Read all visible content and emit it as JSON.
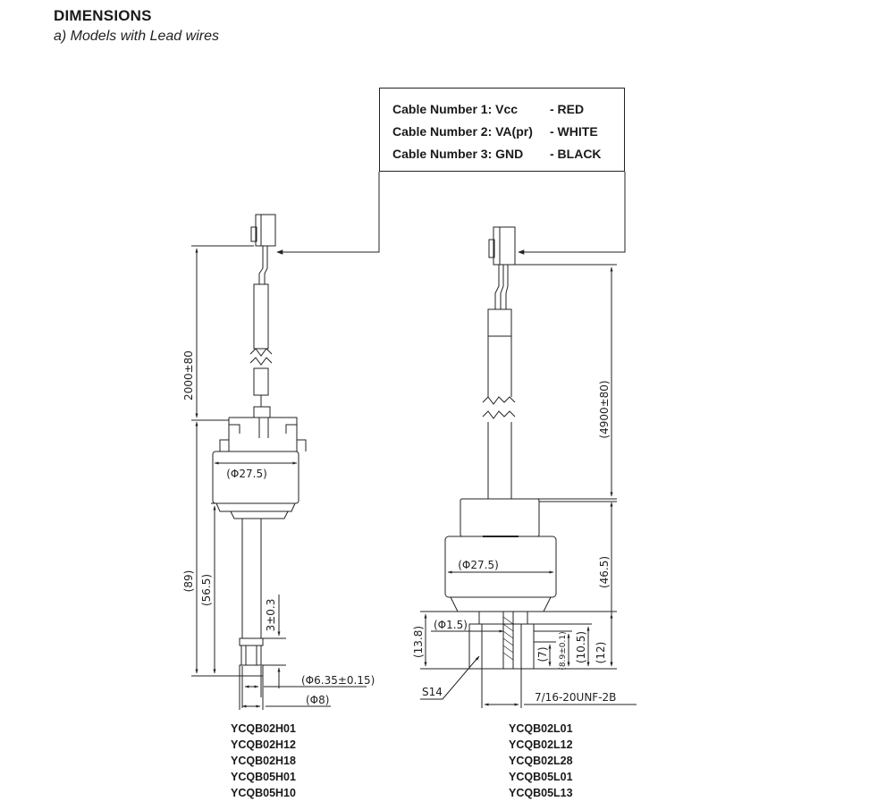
{
  "heading": "DIMENSIONS",
  "subheading": "a) Models with Lead wires",
  "cables": [
    {
      "label": "Cable Number 1: Vcc",
      "color": "- RED"
    },
    {
      "label": "Cable Number 2: VA(pr)",
      "color": "- WHITE"
    },
    {
      "label": "Cable Number 3: GND",
      "color": "- BLACK"
    }
  ],
  "left_drawing": {
    "dims": {
      "length": "2000±80",
      "diameter_body": "(Φ27.5)",
      "total_height": "(89)",
      "fitting_height": "(56.5)",
      "tube_tip": "3±0.3",
      "tube_diameter": "(Φ6.35±0.15)",
      "nut_diameter": "(Φ8)"
    },
    "models": [
      "YCQB02H01",
      "YCQB02H12",
      "YCQB02H18",
      "YCQB05H01",
      "YCQB05H10"
    ]
  },
  "right_drawing": {
    "dims": {
      "length": "(4900±80)",
      "diameter_body": "(Φ27.5)",
      "body_height": "(46.5)",
      "port_diameter": "(Φ1.5)",
      "hex_height": "(13.8)",
      "thread_len": "(7)",
      "inner": "(8.9±0.1)",
      "mid": "(10.5)",
      "total": "(12)",
      "hex_size": "S14",
      "thread": "7/16-20UNF-2B"
    },
    "models": [
      "YCQB02L01",
      "YCQB02L12",
      "YCQB02L28",
      "YCQB05L01",
      "YCQB05L13"
    ]
  }
}
